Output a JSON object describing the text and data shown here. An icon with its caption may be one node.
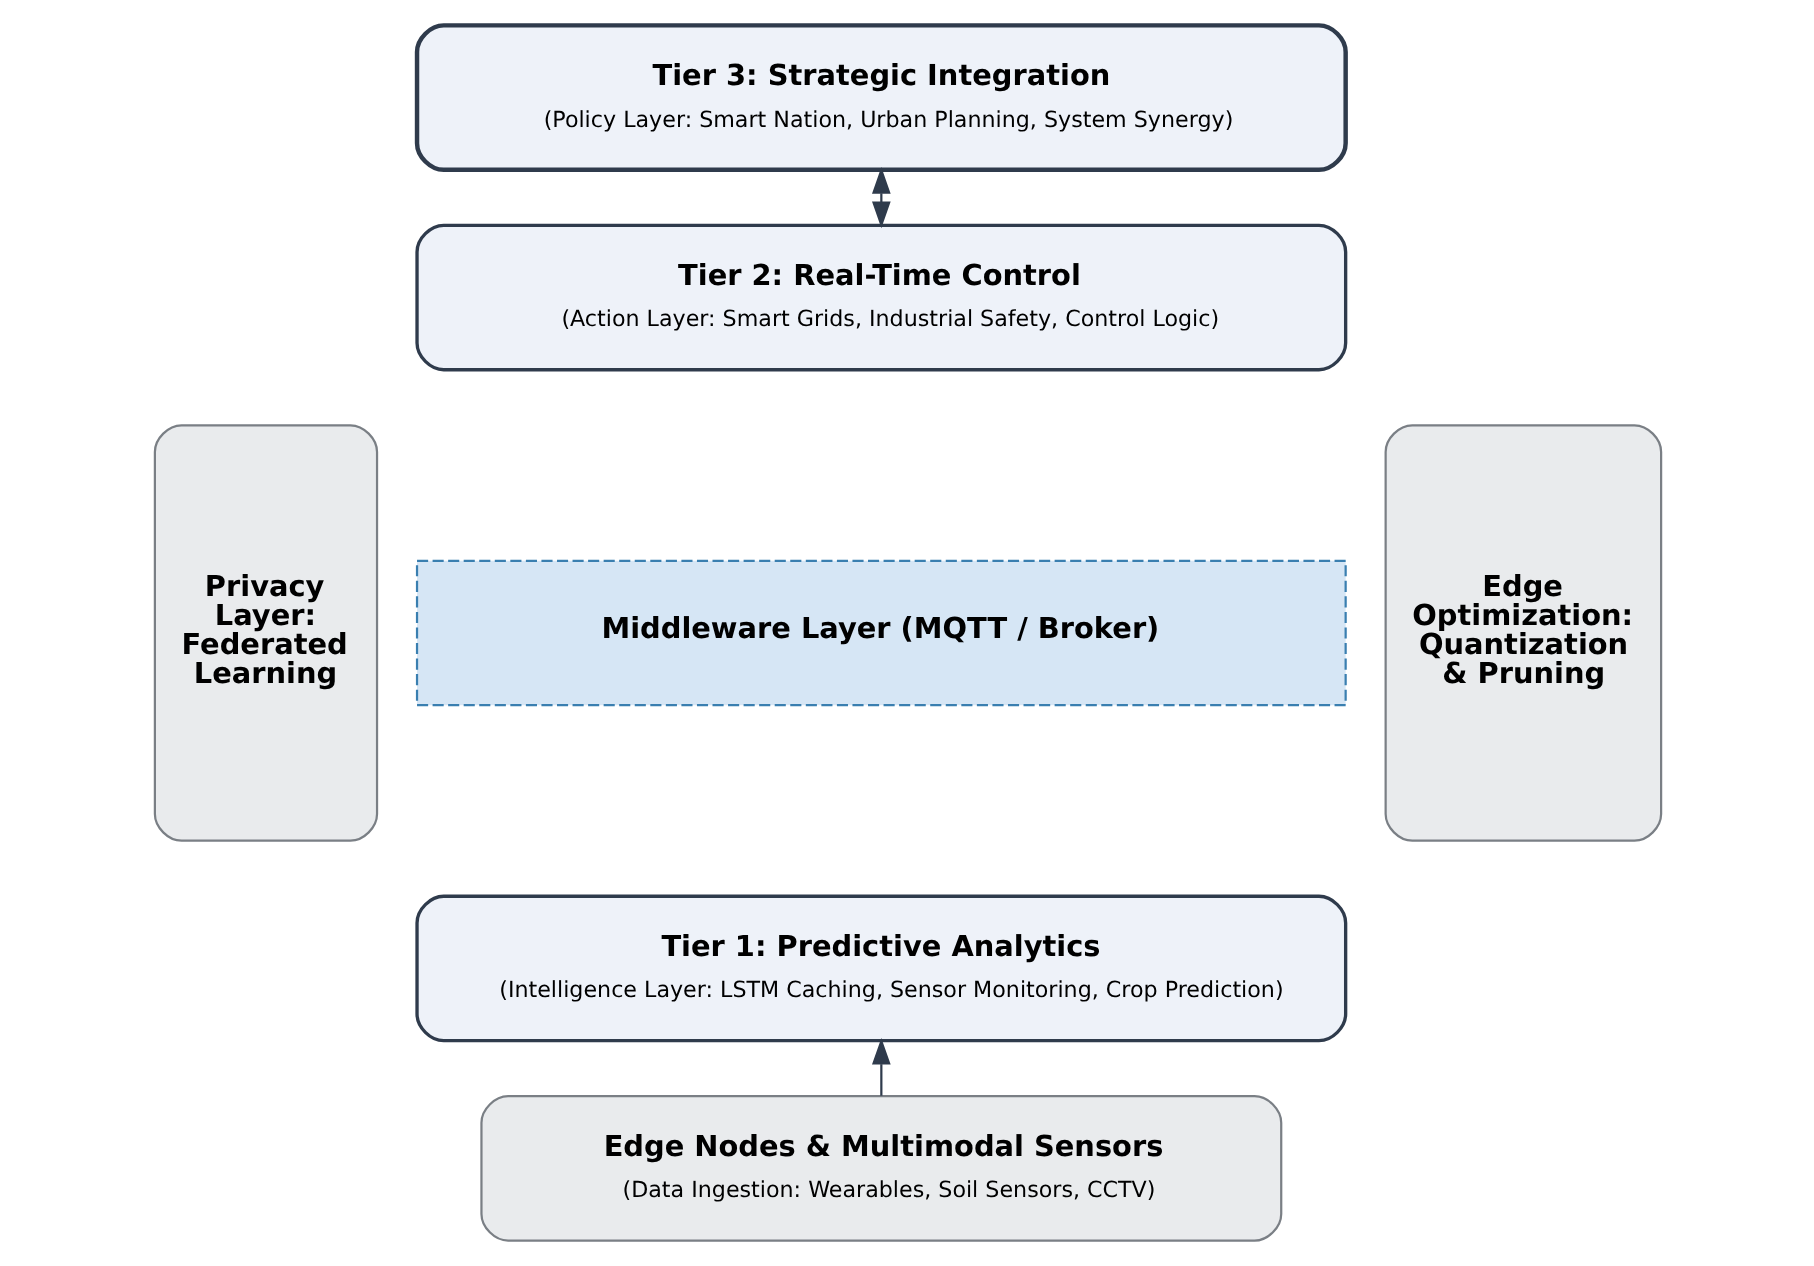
{
  "diagram": {
    "nodes": [
      {
        "text": [
          "Tier 3: Strategic Integration",
          "(Policy Layer: Smart Nation, Urban Planning, System Synergy)"
        ]
      },
      {
        "text": [
          "Tier 2: Real-Time Control",
          "(Action Layer: Smart Grids, Industrial Safety, Control Logic)"
        ]
      },
      {
        "text": [
          "Middleware Layer (MQTT / Broker)"
        ]
      },
      {
        "text": [
          "Tier 1: Predictive Analytics",
          "(Intelligence Layer: LSTM Caching, Sensor Monitoring, Crop Prediction)"
        ]
      },
      {
        "text": [
          "Edge Nodes & Multimodal Sensors",
          "(Data Ingestion: Wearables, Soil Sensors, CCTV)"
        ]
      },
      {
        "text": [
          "Privacy Layer: Federated Learning"
        ]
      },
      {
        "text": [
          "Edge Optimization: Quantization & Pruning"
        ]
      }
    ],
    "edges": [
      {
        "from": 0,
        "to": 1,
        "arrow": "both"
      },
      {
        "from": 4,
        "to": 3,
        "arrow": "to"
      }
    ]
  }
}
